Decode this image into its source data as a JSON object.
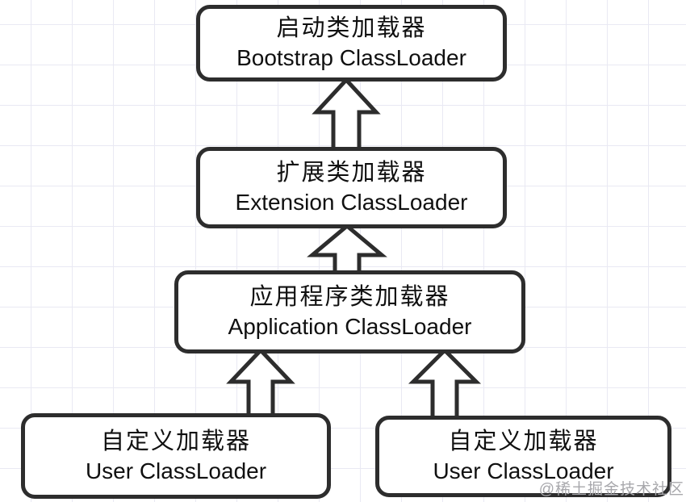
{
  "page": {
    "background": "#ffffff",
    "grid_color": "#e9e9f3"
  },
  "diagram": {
    "type": "flowchart",
    "description": "Java ClassLoader delegation hierarchy",
    "nodes": [
      {
        "id": "bootstrap-classloader",
        "label_zh": "启动类加载器",
        "label_en": "Bootstrap ClassLoader"
      },
      {
        "id": "extension-classloader",
        "label_zh": "扩展类加载器",
        "label_en": "Extension ClassLoader"
      },
      {
        "id": "application-classloader",
        "label_zh": "应用程序类加载器",
        "label_en": "Application ClassLoader"
      },
      {
        "id": "user-classloader-left",
        "label_zh": "自定义加载器",
        "label_en": "User ClassLoader"
      },
      {
        "id": "user-classloader-right",
        "label_zh": "自定义加载器",
        "label_en": "User ClassLoader"
      }
    ],
    "edges": [
      {
        "from": "extension-classloader",
        "to": "bootstrap-classloader",
        "direction": "up"
      },
      {
        "from": "application-classloader",
        "to": "extension-classloader",
        "direction": "up"
      },
      {
        "from": "user-classloader-left",
        "to": "application-classloader",
        "direction": "up"
      },
      {
        "from": "user-classloader-right",
        "to": "application-classloader",
        "direction": "up"
      }
    ],
    "colors": {
      "node_border": "#2d2d2d",
      "node_fill": "#ffffff",
      "text": "#101010",
      "arrow_outline": "#2d2d2d",
      "arrow_fill": "#ffffff",
      "watermark": "#a8a8ac"
    }
  },
  "watermark": {
    "text": "@稀土掘金技术社区"
  }
}
